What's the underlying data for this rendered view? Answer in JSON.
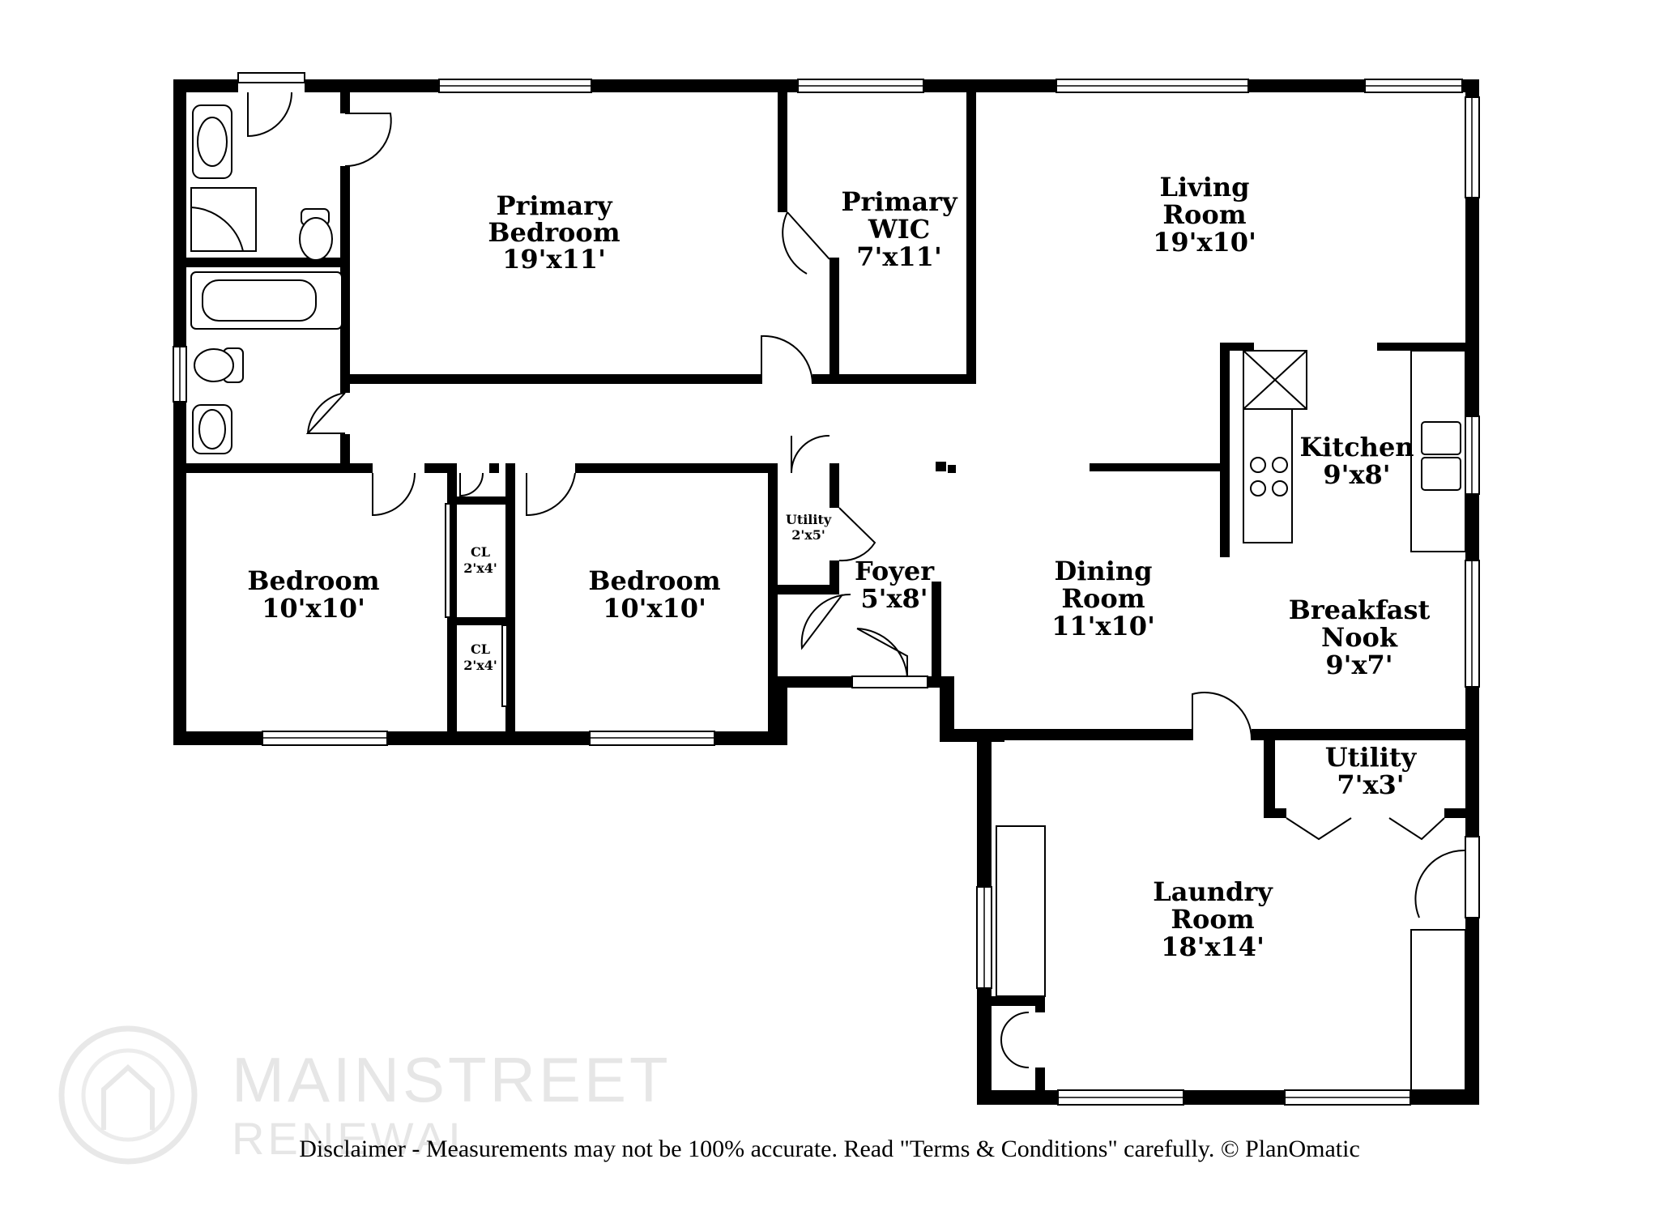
{
  "rooms": {
    "primary_bedroom": {
      "name_line1": "Primary",
      "name_line2": "Bedroom",
      "size": "19'x11'"
    },
    "primary_wic": {
      "name_line1": "Primary",
      "name_line2": "WIC",
      "size": "7'x11'"
    },
    "living_room": {
      "name_line1": "Living",
      "name_line2": "Room",
      "size": "19'x10'"
    },
    "kitchen": {
      "name": "Kitchen",
      "size": "9'x8'"
    },
    "utility_small": {
      "name": "Utility",
      "size": "2'x5'"
    },
    "closet_1": {
      "name": "CL",
      "size": "2'x4'"
    },
    "closet_2": {
      "name": "CL",
      "size": "2'x4'"
    },
    "bedroom_1": {
      "name": "Bedroom",
      "size": "10'x10'"
    },
    "bedroom_2": {
      "name": "Bedroom",
      "size": "10'x10'"
    },
    "foyer": {
      "name": "Foyer",
      "size": "5'x8'"
    },
    "dining_room": {
      "name_line1": "Dining",
      "name_line2": "Room",
      "size": "11'x10'"
    },
    "breakfast_nook": {
      "name_line1": "Breakfast",
      "name_line2": "Nook",
      "size": "9'x7'"
    },
    "utility": {
      "name": "Utility",
      "size": "7'x3'"
    },
    "laundry_room": {
      "name_line1": "Laundry",
      "name_line2": "Room",
      "size": "18'x14'"
    }
  },
  "watermark": {
    "line1": "MAINSTREET",
    "line2": "RENEWAL"
  },
  "disclaimer": "Disclaimer - Measurements may not be 100% accurate. Read \"Terms & Conditions\" carefully. © PlanOmatic"
}
